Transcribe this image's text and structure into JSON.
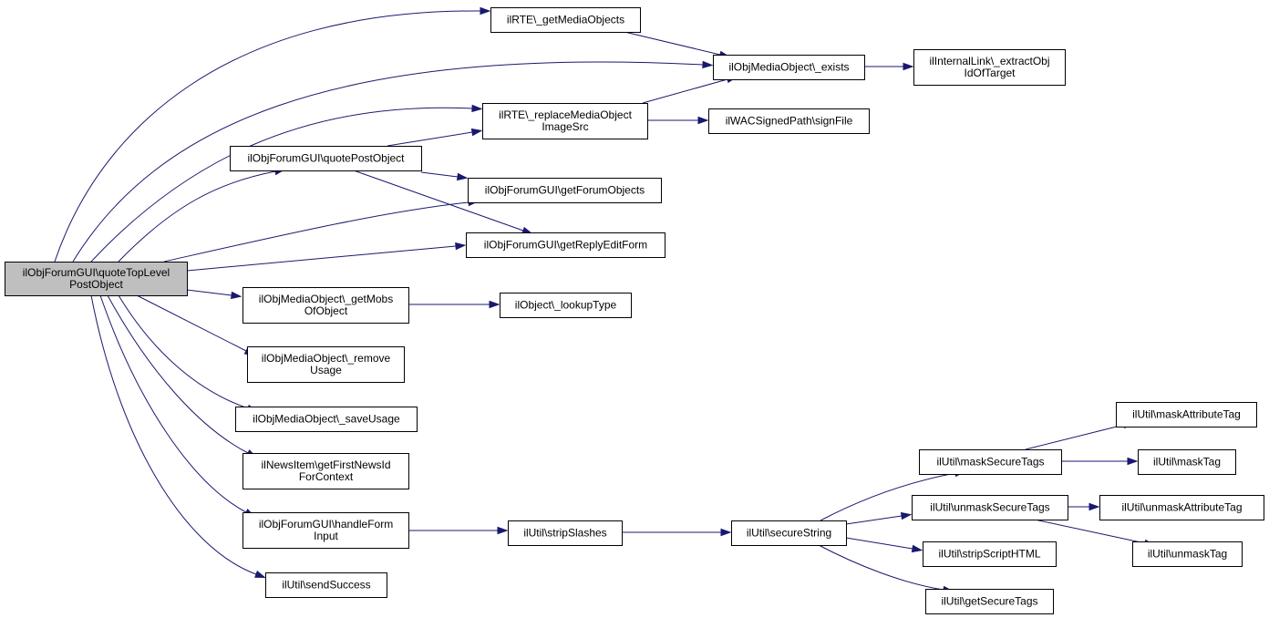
{
  "nodes": [
    {
      "id": "root",
      "lines": [
        "ilObjForumGUI\\quoteTopLevel",
        "PostObject"
      ],
      "root": true
    },
    {
      "id": "rte_getmedia",
      "lines": [
        "ilRTE\\_getMediaObjects"
      ]
    },
    {
      "id": "mob_exists",
      "lines": [
        "ilObjMediaObject\\_exists"
      ]
    },
    {
      "id": "internallink",
      "lines": [
        "ilInternalLink\\_extractObj",
        "IdOfTarget"
      ]
    },
    {
      "id": "rte_replace",
      "lines": [
        "ilRTE\\_replaceMediaObject",
        "ImageSrc"
      ]
    },
    {
      "id": "wac_sign",
      "lines": [
        "ilWACSignedPath\\signFile"
      ]
    },
    {
      "id": "quotepost",
      "lines": [
        "ilObjForumGUI\\quotePostObject"
      ]
    },
    {
      "id": "getforumobjects",
      "lines": [
        "ilObjForumGUI\\getForumObjects"
      ]
    },
    {
      "id": "getreplyeditform",
      "lines": [
        "ilObjForumGUI\\getReplyEditForm"
      ]
    },
    {
      "id": "mob_getmobs",
      "lines": [
        "ilObjMediaObject\\_getMobs",
        "OfObject"
      ]
    },
    {
      "id": "lookuptype",
      "lines": [
        "ilObject\\_lookupType"
      ]
    },
    {
      "id": "mob_removeusage",
      "lines": [
        "ilObjMediaObject\\_remove",
        "Usage"
      ]
    },
    {
      "id": "mob_saveusage",
      "lines": [
        "ilObjMediaObject\\_saveUsage"
      ]
    },
    {
      "id": "newsitem",
      "lines": [
        "ilNewsItem\\getFirstNewsId",
        "ForContext"
      ]
    },
    {
      "id": "handleform",
      "lines": [
        "ilObjForumGUI\\handleForm",
        "Input"
      ]
    },
    {
      "id": "stripslashes",
      "lines": [
        "ilUtil\\stripSlashes"
      ]
    },
    {
      "id": "securestring",
      "lines": [
        "ilUtil\\secureString"
      ]
    },
    {
      "id": "masksecuretags",
      "lines": [
        "ilUtil\\maskSecureTags"
      ]
    },
    {
      "id": "maskattributetag",
      "lines": [
        "ilUtil\\maskAttributeTag"
      ]
    },
    {
      "id": "masktag",
      "lines": [
        "ilUtil\\maskTag"
      ]
    },
    {
      "id": "unmasksecuretags",
      "lines": [
        "ilUtil\\unmaskSecureTags"
      ]
    },
    {
      "id": "unmaskattributetag",
      "lines": [
        "ilUtil\\unmaskAttributeTag"
      ]
    },
    {
      "id": "unmasktag",
      "lines": [
        "ilUtil\\unmaskTag"
      ]
    },
    {
      "id": "stripscripthtml",
      "lines": [
        "ilUtil\\stripScriptHTML"
      ]
    },
    {
      "id": "getsecuretags",
      "lines": [
        "ilUtil\\getSecureTags"
      ]
    },
    {
      "id": "sendsuccess",
      "lines": [
        "ilUtil\\sendSuccess"
      ]
    }
  ],
  "edges": [
    {
      "from": "root",
      "to": "rte_getmedia"
    },
    {
      "from": "root",
      "to": "mob_exists"
    },
    {
      "from": "root",
      "to": "rte_replace"
    },
    {
      "from": "root",
      "to": "quotepost"
    },
    {
      "from": "root",
      "to": "getforumobjects"
    },
    {
      "from": "root",
      "to": "getreplyeditform"
    },
    {
      "from": "root",
      "to": "mob_getmobs"
    },
    {
      "from": "root",
      "to": "mob_removeusage"
    },
    {
      "from": "root",
      "to": "mob_saveusage"
    },
    {
      "from": "root",
      "to": "newsitem"
    },
    {
      "from": "root",
      "to": "handleform"
    },
    {
      "from": "root",
      "to": "sendsuccess"
    },
    {
      "from": "rte_getmedia",
      "to": "mob_exists"
    },
    {
      "from": "mob_exists",
      "to": "internallink"
    },
    {
      "from": "rte_replace",
      "to": "mob_exists"
    },
    {
      "from": "rte_replace",
      "to": "wac_sign"
    },
    {
      "from": "quotepost",
      "to": "rte_replace"
    },
    {
      "from": "quotepost",
      "to": "getforumobjects"
    },
    {
      "from": "quotepost",
      "to": "getreplyeditform"
    },
    {
      "from": "mob_getmobs",
      "to": "lookuptype"
    },
    {
      "from": "handleform",
      "to": "stripslashes"
    },
    {
      "from": "stripslashes",
      "to": "securestring"
    },
    {
      "from": "securestring",
      "to": "masksecuretags"
    },
    {
      "from": "securestring",
      "to": "unmasksecuretags"
    },
    {
      "from": "securestring",
      "to": "stripscripthtml"
    },
    {
      "from": "securestring",
      "to": "getsecuretags"
    },
    {
      "from": "masksecuretags",
      "to": "maskattributetag"
    },
    {
      "from": "masksecuretags",
      "to": "masktag"
    },
    {
      "from": "unmasksecuretags",
      "to": "unmaskattributetag"
    },
    {
      "from": "unmasksecuretags",
      "to": "unmasktag"
    }
  ],
  "colors": {
    "edge": "#191970",
    "root_fill": "#bfbfbf",
    "node_fill": "#ffffff",
    "border": "#000000"
  }
}
